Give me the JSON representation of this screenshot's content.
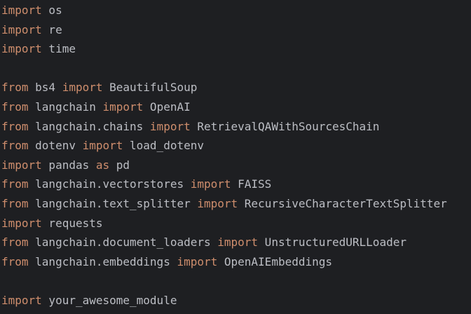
{
  "colors": {
    "background": "#1e1f22",
    "keyword": "#cf8e6d",
    "text": "#bcbec4"
  },
  "code": {
    "lines": [
      {
        "tokens": [
          {
            "t": "import",
            "kw": true
          },
          {
            "t": " os",
            "kw": false
          }
        ]
      },
      {
        "tokens": [
          {
            "t": "import",
            "kw": true
          },
          {
            "t": " re",
            "kw": false
          }
        ]
      },
      {
        "tokens": [
          {
            "t": "import",
            "kw": true
          },
          {
            "t": " time",
            "kw": false
          }
        ]
      },
      {
        "tokens": []
      },
      {
        "tokens": [
          {
            "t": "from",
            "kw": true
          },
          {
            "t": " bs4 ",
            "kw": false
          },
          {
            "t": "import",
            "kw": true
          },
          {
            "t": " BeautifulSoup",
            "kw": false
          }
        ]
      },
      {
        "tokens": [
          {
            "t": "from",
            "kw": true
          },
          {
            "t": " langchain ",
            "kw": false
          },
          {
            "t": "import",
            "kw": true
          },
          {
            "t": " OpenAI",
            "kw": false
          }
        ]
      },
      {
        "tokens": [
          {
            "t": "from",
            "kw": true
          },
          {
            "t": " langchain.chains ",
            "kw": false
          },
          {
            "t": "import",
            "kw": true
          },
          {
            "t": " RetrievalQAWithSourcesChain",
            "kw": false
          }
        ]
      },
      {
        "tokens": [
          {
            "t": "from",
            "kw": true
          },
          {
            "t": " dotenv ",
            "kw": false
          },
          {
            "t": "import",
            "kw": true
          },
          {
            "t": " load_dotenv",
            "kw": false
          }
        ]
      },
      {
        "tokens": [
          {
            "t": "import",
            "kw": true
          },
          {
            "t": " pandas ",
            "kw": false
          },
          {
            "t": "as",
            "kw": true
          },
          {
            "t": " pd",
            "kw": false
          }
        ]
      },
      {
        "tokens": [
          {
            "t": "from",
            "kw": true
          },
          {
            "t": " langchain.vectorstores ",
            "kw": false
          },
          {
            "t": "import",
            "kw": true
          },
          {
            "t": " FAISS",
            "kw": false
          }
        ]
      },
      {
        "tokens": [
          {
            "t": "from",
            "kw": true
          },
          {
            "t": " langchain.text_splitter ",
            "kw": false
          },
          {
            "t": "import",
            "kw": true
          },
          {
            "t": " RecursiveCharacterTextSplitter",
            "kw": false
          }
        ]
      },
      {
        "tokens": [
          {
            "t": "import",
            "kw": true
          },
          {
            "t": " requests",
            "kw": false
          }
        ]
      },
      {
        "tokens": [
          {
            "t": "from",
            "kw": true
          },
          {
            "t": " langchain.document_loaders ",
            "kw": false
          },
          {
            "t": "import",
            "kw": true
          },
          {
            "t": " UnstructuredURLLoader",
            "kw": false
          }
        ]
      },
      {
        "tokens": [
          {
            "t": "from",
            "kw": true
          },
          {
            "t": " langchain.embeddings ",
            "kw": false
          },
          {
            "t": "import",
            "kw": true
          },
          {
            "t": " OpenAIEmbeddings",
            "kw": false
          }
        ]
      },
      {
        "tokens": []
      },
      {
        "tokens": [
          {
            "t": "import",
            "kw": true
          },
          {
            "t": " your_awesome_module",
            "kw": false
          }
        ]
      }
    ]
  }
}
